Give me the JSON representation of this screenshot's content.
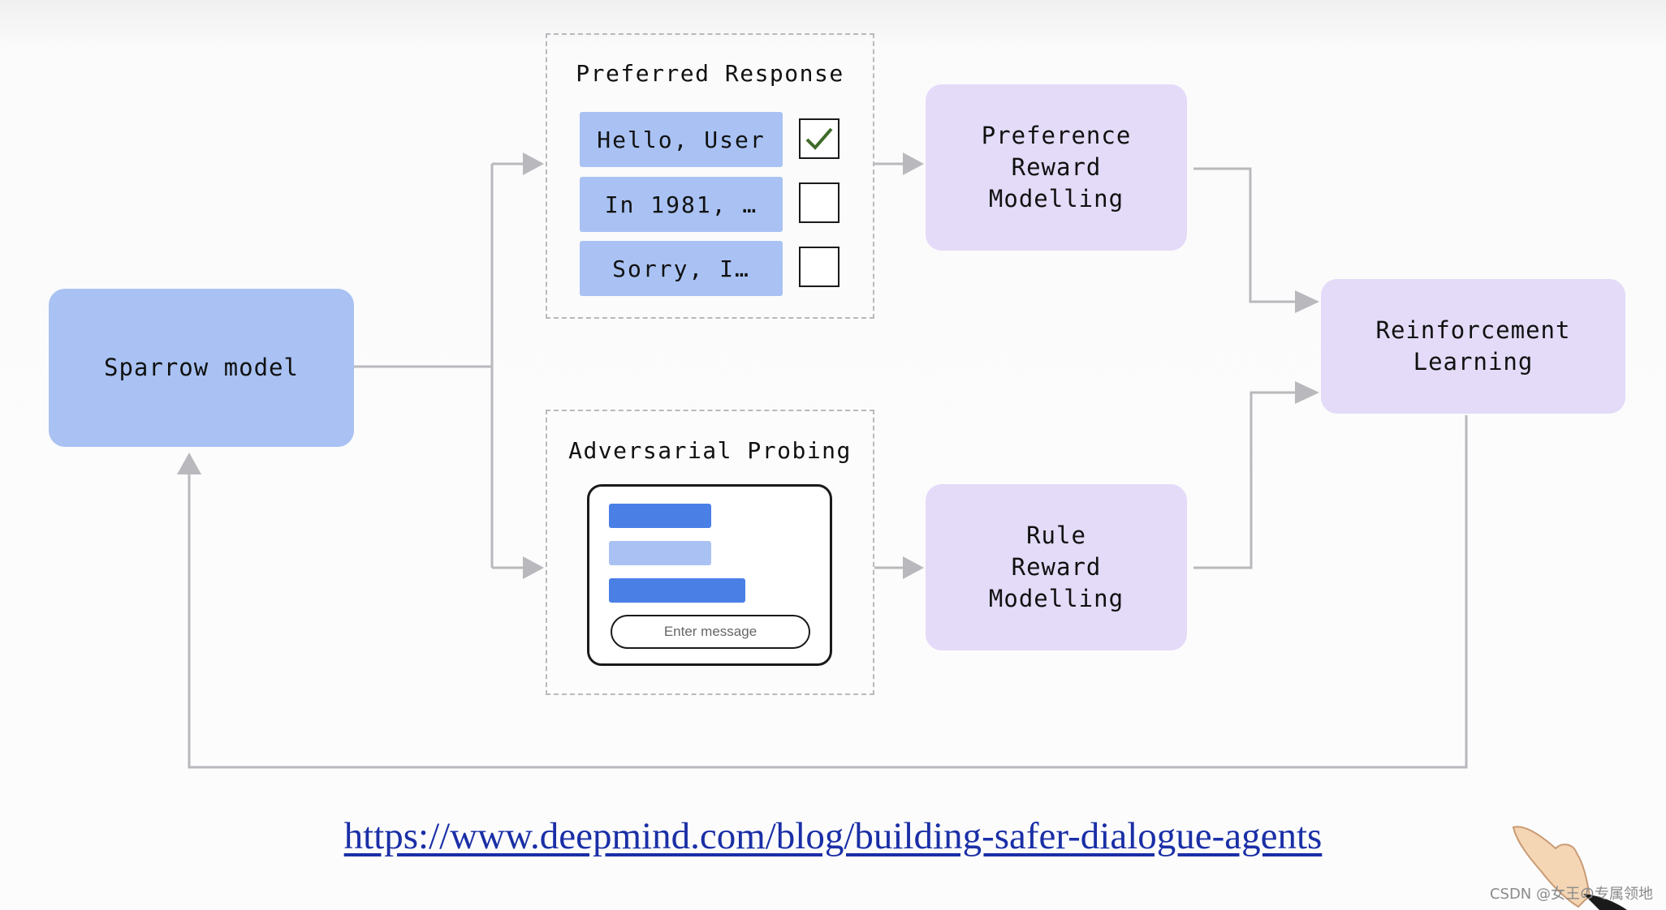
{
  "nodes": {
    "sparrow": "Sparrow model",
    "preference_rm": [
      "Preference",
      "Reward",
      "Modelling"
    ],
    "rule_rm": [
      "Rule",
      "Reward",
      "Modelling"
    ],
    "rl": [
      "Reinforcement",
      "Learning"
    ]
  },
  "preferred_response": {
    "title": "Preferred Response",
    "options": [
      {
        "text": "Hello, User",
        "checked": true
      },
      {
        "text": "In 1981, …",
        "checked": false
      },
      {
        "text": "Sorry, I…",
        "checked": false
      }
    ]
  },
  "adversarial_probing": {
    "title": "Adversarial Probing",
    "input_placeholder": "Enter message"
  },
  "link": "https://www.deepmind.com/blog/building-safer-dialogue-agents",
  "watermark": "CSDN @女王の专属领地",
  "colors": {
    "model_blue": "#a9c2f3",
    "reward_purple": "#e3dbf7",
    "connector_gray": "#b9b9bd",
    "link_blue": "#1a2fa6"
  }
}
